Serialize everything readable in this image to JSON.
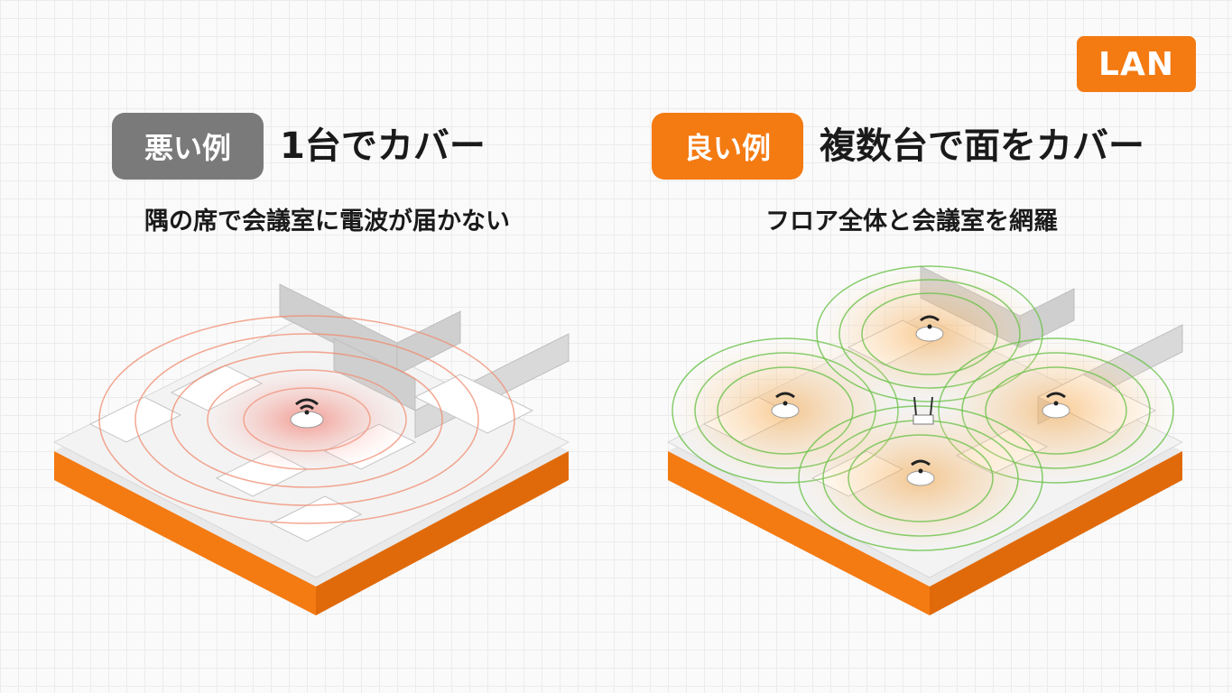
{
  "badge": "LAN",
  "bad": {
    "tag": "悪い例",
    "heading": "1台でカバー",
    "caption": "隅の席で会議室に電波が届かない"
  },
  "good": {
    "tag": "良い例",
    "heading": "複数台で面をカバー",
    "caption": "フロア全体と会議室を網羅"
  },
  "colors": {
    "accent": "#f47a12",
    "bad_tag": "#7a7a7a",
    "bad_signal": "#ef6a5a",
    "good_signal": "#6cc24a"
  }
}
